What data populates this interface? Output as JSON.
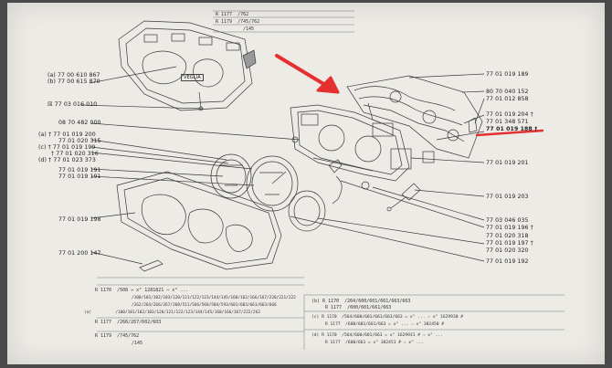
{
  "top_refs": [
    {
      "label": "R 1177",
      "codes": "/762"
    },
    {
      "label": "R 1179",
      "codes": "/745/762"
    },
    {
      "label": "",
      "codes": "/145"
    }
  ],
  "left_parts": [
    {
      "prefix": "(a)",
      "number": "77 00 610 867"
    },
    {
      "prefix": "(b)",
      "number": "77 00 615 870"
    },
    {
      "prefix": "☒",
      "number": "77 03 016 010"
    },
    {
      "prefix": "",
      "number": "08 70 482 000"
    },
    {
      "prefix": "(a) †",
      "number": "77 01 019 200"
    },
    {
      "prefix": "",
      "number": "77 01 020 315"
    },
    {
      "prefix": "(c) †",
      "number": "77 01 019 199"
    },
    {
      "prefix": "†",
      "number": "77 01 020 316"
    },
    {
      "prefix": "(d) †",
      "number": "77 01 023 373"
    },
    {
      "prefix": "",
      "number": "77 01 019 191"
    },
    {
      "prefix": "",
      "number": "77 01 019 191"
    },
    {
      "prefix": "",
      "number": "77 01 019 198"
    },
    {
      "prefix": "",
      "number": "77 01 200 147"
    }
  ],
  "right_parts": [
    {
      "number": "77 01 019 189",
      "mark": ""
    },
    {
      "number": "80 70 040 152",
      "mark": ""
    },
    {
      "number": "77 01 012 858",
      "mark": ""
    },
    {
      "number": "77 01 019 204",
      "mark": "†"
    },
    {
      "number": "77 01 348 571",
      "mark": ""
    },
    {
      "number": "77 01 019 188",
      "mark": "†"
    },
    {
      "number": "77 01 019 201",
      "mark": ""
    },
    {
      "number": "77 01 019 203",
      "mark": ""
    },
    {
      "number": "77 03 046 035",
      "mark": ""
    },
    {
      "number": "77 01 019 196",
      "mark": "†"
    },
    {
      "number": "77 01 020 318",
      "mark": ""
    },
    {
      "number": "77 01 019 197",
      "mark": "†"
    },
    {
      "number": "77 01 020 320",
      "mark": ""
    },
    {
      "number": "77 01 019 192",
      "mark": ""
    }
  ],
  "dial_label": "VEGLIA",
  "bottom_left": {
    "rows": [
      {
        "label": "R 1170",
        "codes": "/508 ⇔ x° 1281821 ⇨ x° ..."
      },
      {
        "label": "",
        "codes": "/100/101/102/103/120/121/122/123/144/145/160/162/166/167/220/221/222"
      },
      {
        "label": "",
        "codes": "/262/264/266/267/268/511/566/568/584/593/601/603/661/663/666"
      },
      {
        "label": "(a)",
        "codes": "/100/101/102/103/120/121/122/123/144/145/160/166/167/222/262"
      },
      {
        "label": "R 1177",
        "codes": "/266/267/602/603"
      },
      {
        "label": "R 1179",
        "codes": "/745/762"
      },
      {
        "label": "",
        "codes": "/145"
      }
    ]
  },
  "bottom_right": {
    "rows": [
      {
        "label": "(b)",
        "sub": "R 1170",
        "codes": "/264/600/601/661/663/663"
      },
      {
        "label": "",
        "sub": "R 1177",
        "codes": "/600/601/661/663"
      },
      {
        "label": "(c)",
        "sub": "R 1170",
        "codes": "/564/600/601/661/663/663 ⇔ x° ... ⇨ x° 1629930 #"
      },
      {
        "label": "",
        "sub": "R 1177",
        "codes": "/600/601/661/663 ⇔ x° ... ⇨ x° 382450 #"
      },
      {
        "label": "(d)",
        "sub": "R 1170",
        "codes": "/564/600/601/663 ⇔ x° 1629931 # ⇨ x° ..."
      },
      {
        "label": "",
        "sub": "R 1177",
        "codes": "/600/661 ⇔ x° 382451 # ⇨ x° ..."
      }
    ]
  },
  "colors": {
    "arrow": "#e53030",
    "underline": "#e53030",
    "paper": "#ecebe6",
    "ink": "#2a2a2a"
  }
}
